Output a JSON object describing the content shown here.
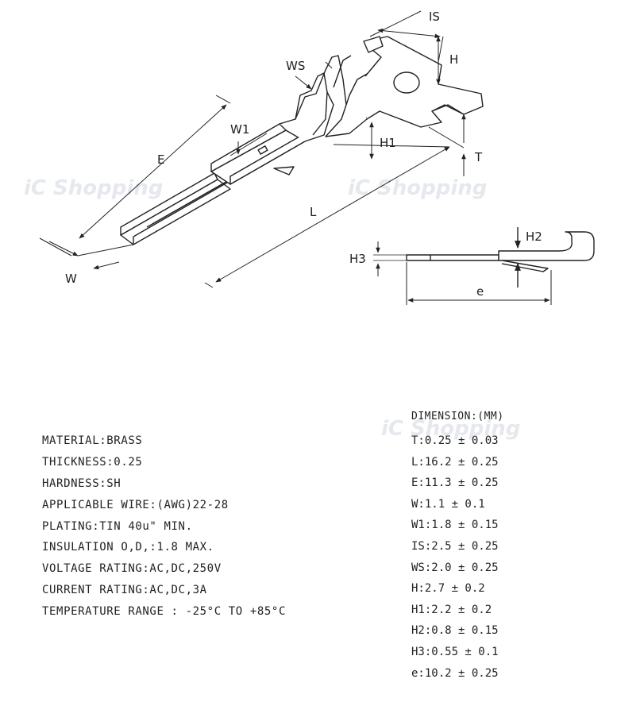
{
  "watermark": "iC Shopping",
  "labels": {
    "IS": "IS",
    "H": "H",
    "WS": "WS",
    "W1": "W1",
    "H1": "H1",
    "T": "T",
    "E": "E",
    "L": "L",
    "W": "W",
    "H2": "H2",
    "H3": "H3",
    "e": "e"
  },
  "spec": [
    "MATERIAL:BRASS",
    "THICKNESS:0.25",
    "HARDNESS:SH",
    "APPLICABLE WIRE:(AWG)22-28",
    "PLATING:TIN 40u\" MIN.",
    "INSULATION O,D,:1.8 MAX.",
    "VOLTAGE RATING:AC,DC,250V",
    "CURRENT RATING:AC,DC,3A",
    "TEMPERATURE RANGE : -25°C TO +85°C"
  ],
  "dimensions": {
    "title": "DIMENSION:(MM)",
    "items": [
      "T:0.25 ± 0.03",
      "L:16.2 ± 0.25",
      "E:11.3 ± 0.25",
      "W:1.1 ± 0.1",
      "W1:1.8 ± 0.15",
      "IS:2.5 ± 0.25",
      "WS:2.0 ± 0.25",
      "H:2.7 ± 0.2",
      "H1:2.2 ± 0.2",
      "H2:0.8 ± 0.15",
      "H3:0.55 ± 0.1",
      "e:10.2 ± 0.25"
    ]
  }
}
